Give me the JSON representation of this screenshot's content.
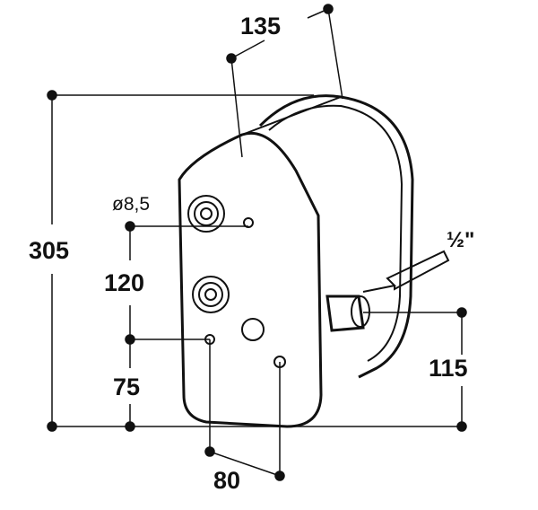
{
  "dimensions": {
    "width_top": "135",
    "height_total": "305",
    "hole_diameter": "ø8,5",
    "spacing_vertical_upper": "120",
    "spacing_vertical_lower": "75",
    "spacing_horizontal_bottom": "80",
    "connection_height": "115",
    "connection_size": "½\""
  }
}
